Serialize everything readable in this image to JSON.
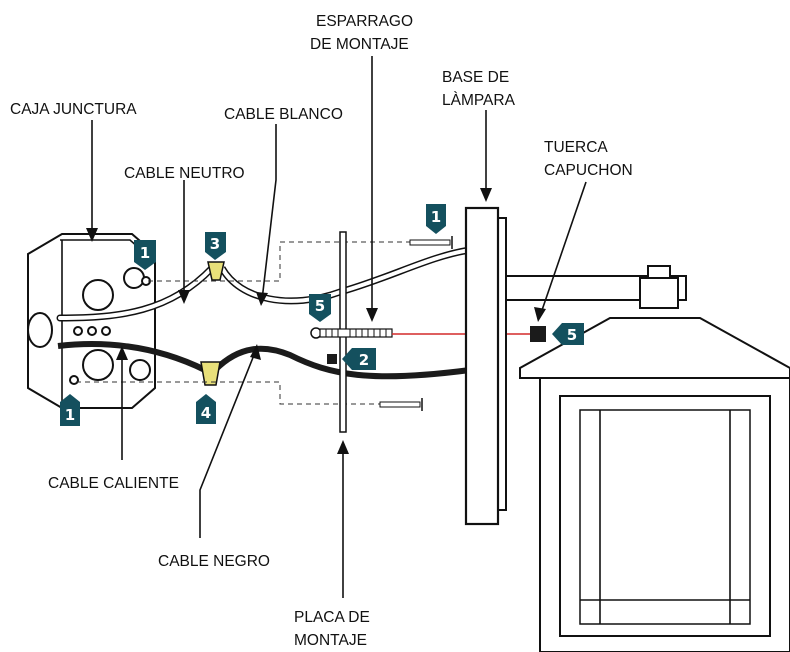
{
  "labels": {
    "caja_junctura": "CAJA JUNCTURA",
    "cable_neutro": "CABLE NEUTRO",
    "cable_blanco": "CABLE BLANCO",
    "esparrago_line1": "ESPARRAGO",
    "esparrago_line2": "DE MONTAJE",
    "base_line1": "BASE DE",
    "base_line2": "LÀMPARA",
    "tuerca_line1": "TUERCA",
    "tuerca_line2": "CAPUCHON",
    "cable_caliente": "CABLE CALIENTE",
    "cable_negro": "CABLE NEGRO",
    "placa_line1": "PLACA DE",
    "placa_line2": "MONTAJE"
  },
  "step_markers": [
    {
      "id": "screw-box-top",
      "text": "1"
    },
    {
      "id": "screw-box-bottom",
      "text": "1"
    },
    {
      "id": "screw-plate-top",
      "text": "1"
    },
    {
      "id": "wire-nut-white",
      "text": "3"
    },
    {
      "id": "wire-nut-black",
      "text": "4"
    },
    {
      "id": "mounting-screw",
      "text": "5"
    },
    {
      "id": "cap-nut",
      "text": "5"
    },
    {
      "id": "nut",
      "text": "2"
    }
  ],
  "colors": {
    "badge": "#14505e",
    "wire_nut": "#e8e07a",
    "red_guide": "#d42a2a",
    "black_wire": "#1b1b1b"
  }
}
